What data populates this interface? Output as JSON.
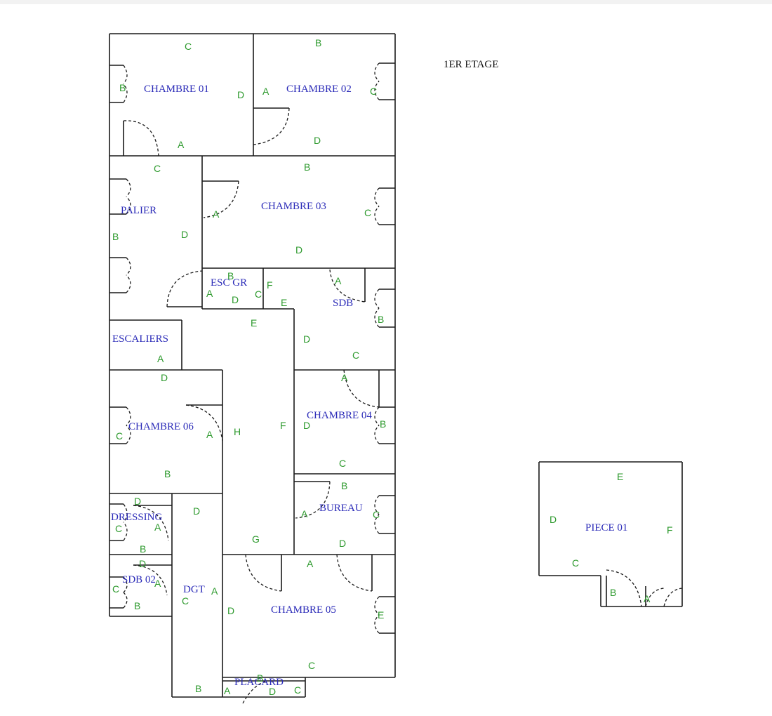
{
  "floor_title": "1ER ETAGE",
  "colors": {
    "room_label": "#2b2bb8",
    "wall_letter": "#2e9a2e",
    "wall": "#1a1a1a"
  },
  "rooms": [
    {
      "id": "chambre-01",
      "label": "CHAMBRE 01",
      "walls": [
        "A",
        "B",
        "C",
        "D"
      ]
    },
    {
      "id": "chambre-02",
      "label": "CHAMBRE 02",
      "walls": [
        "A",
        "B",
        "C",
        "D"
      ]
    },
    {
      "id": "palier",
      "label": "PALIER",
      "walls": [
        "B",
        "C",
        "D"
      ]
    },
    {
      "id": "chambre-03",
      "label": "CHAMBRE 03",
      "walls": [
        "A",
        "B",
        "C",
        "D"
      ]
    },
    {
      "id": "esc-gr",
      "label": "ESC GR",
      "walls": [
        "A",
        "B",
        "C",
        "D"
      ]
    },
    {
      "id": "sdb",
      "label": "SDB",
      "walls": [
        "A",
        "B",
        "C",
        "D",
        "E",
        "F"
      ]
    },
    {
      "id": "escaliers",
      "label": "ESCALIERS",
      "walls": [
        "A"
      ]
    },
    {
      "id": "chambre-06",
      "label": "CHAMBRE 06",
      "walls": [
        "A",
        "B",
        "C",
        "D"
      ]
    },
    {
      "id": "palier-hall",
      "label": "",
      "walls": [
        "E",
        "F",
        "G",
        "H"
      ]
    },
    {
      "id": "chambre-04",
      "label": "CHAMBRE 04",
      "walls": [
        "A",
        "B",
        "C",
        "D"
      ]
    },
    {
      "id": "bureau",
      "label": "BUREAU",
      "walls": [
        "A",
        "B",
        "C",
        "D"
      ]
    },
    {
      "id": "dressing",
      "label": "DRESSING",
      "walls": [
        "A",
        "B",
        "C",
        "D"
      ]
    },
    {
      "id": "sdb-02",
      "label": "SDB 02",
      "walls": [
        "A",
        "B",
        "C",
        "D"
      ]
    },
    {
      "id": "dgt",
      "label": "DGT",
      "walls": [
        "A",
        "B",
        "C",
        "D"
      ]
    },
    {
      "id": "chambre-05",
      "label": "CHAMBRE 05",
      "walls": [
        "A",
        "B",
        "C",
        "D",
        "E"
      ]
    },
    {
      "id": "placard",
      "label": "PLACARD",
      "walls": [
        "A",
        "B",
        "C",
        "D"
      ]
    },
    {
      "id": "piece-01",
      "label": "PIECE 01",
      "walls": [
        "A",
        "B",
        "C",
        "D",
        "E",
        "F"
      ]
    }
  ]
}
